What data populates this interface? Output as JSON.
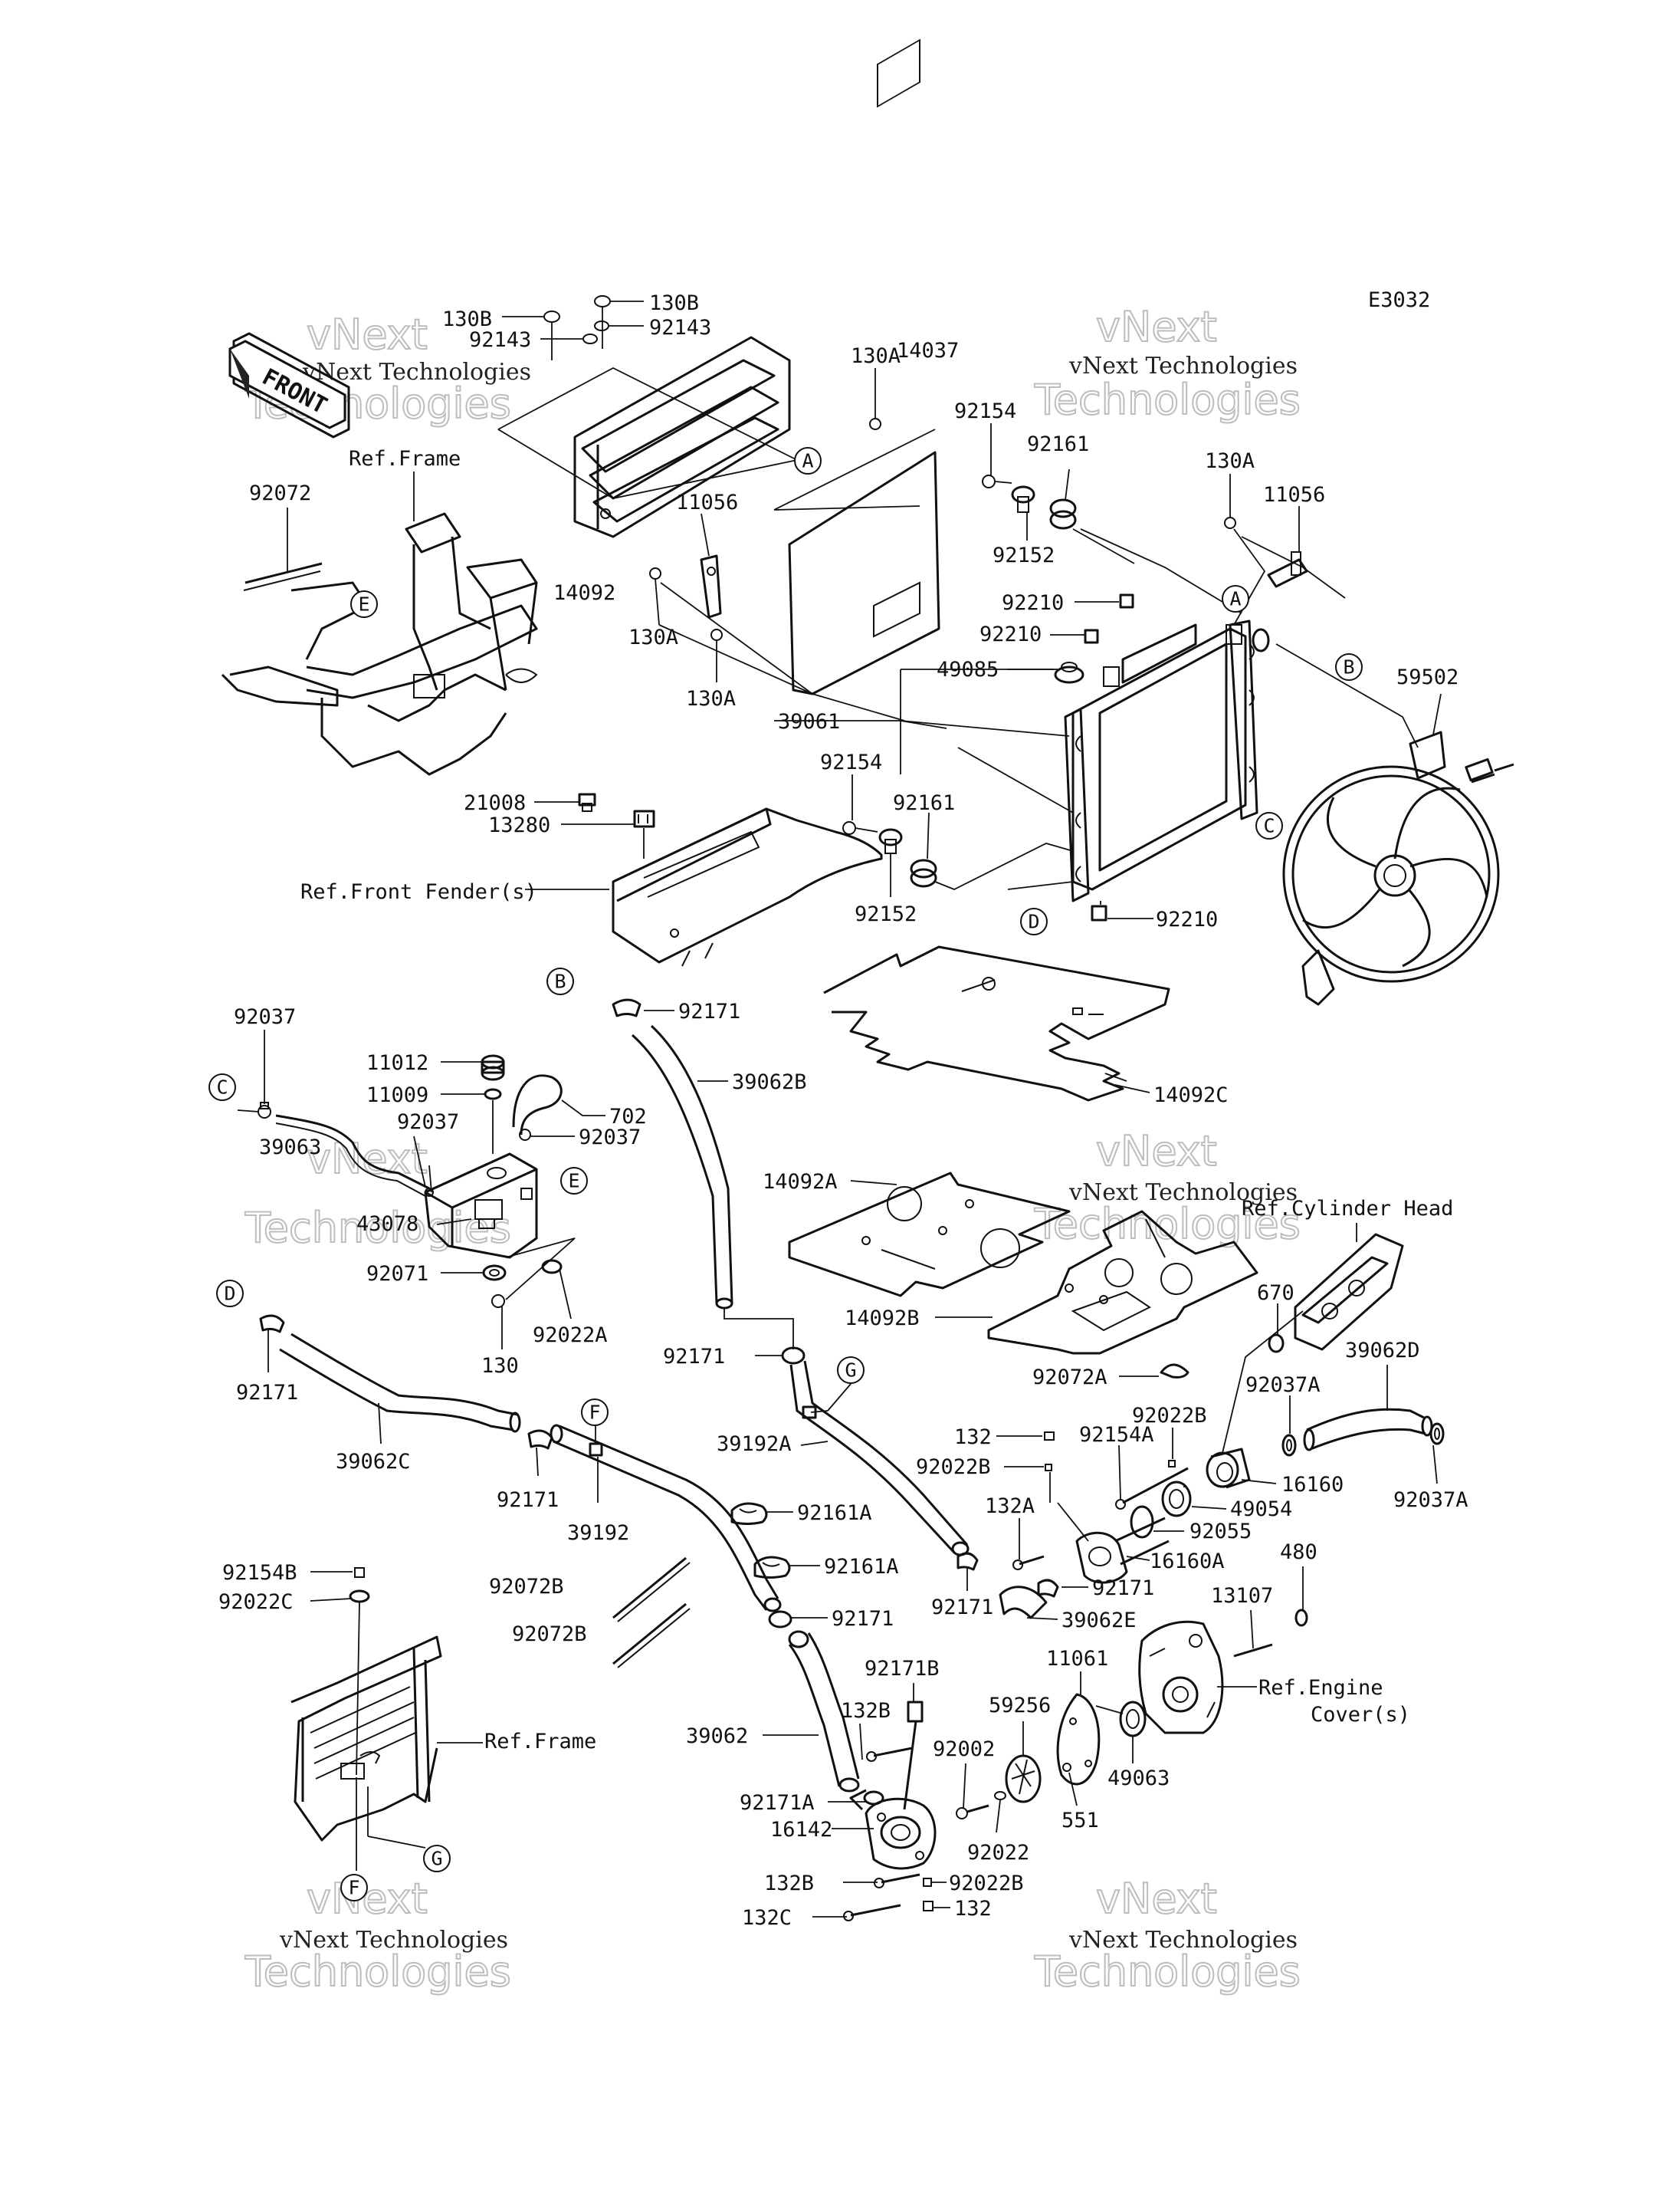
{
  "diagram": {
    "code": "E3032",
    "front_arrow": "FRONT",
    "watermark": {
      "line1": "vNext Technologies",
      "line2": "Technologies",
      "back": "vNext"
    },
    "references": {
      "frame_top": "Ref.Frame",
      "front_fender": "Ref.Front Fender(s)",
      "cylinder_head": "Ref.Cylinder Head",
      "engine_cover_1": "Ref.Engine",
      "engine_cover_2": "Cover(s)",
      "frame_bottom": "Ref.Frame"
    },
    "callouts": [
      "A",
      "B",
      "C",
      "D",
      "E",
      "F",
      "G"
    ],
    "parts": {
      "p130B_a": "130B",
      "p130B_b": "130B",
      "p92143_a": "92143",
      "p92143_b": "92143",
      "p14092": "14092",
      "p92072": "92072",
      "p130A_a": "130A",
      "p14037": "14037",
      "p11056_a": "11056",
      "p130A_b": "130A",
      "p130A_c": "130A",
      "p39061": "39061",
      "p92154_a": "92154",
      "p92161_a": "92161",
      "p92152_a": "92152",
      "p130A_d": "130A",
      "p11056_b": "11056",
      "p92210_a": "92210",
      "p92210_b": "92210",
      "p49085": "49085",
      "p59502": "59502",
      "p21008": "21008",
      "p13280": "13280",
      "p92154_b": "92154",
      "p92161_b": "92161",
      "p92152_b": "92152",
      "p92210_c": "92210",
      "p92171_a": "92171",
      "p39062B": "39062B",
      "p14092C": "14092C",
      "p92037_a": "92037",
      "p11012": "11012",
      "p11009": "11009",
      "p702": "702",
      "p92037_b": "92037",
      "p92037_c": "92037",
      "p39063": "39063",
      "p43078": "43078",
      "p92071": "92071",
      "p130": "130",
      "p92022A": "92022A",
      "p14092A": "14092A",
      "p14092B": "14092B",
      "p670": "670",
      "p39062D": "39062D",
      "p92072A": "92072A",
      "p92022B_a": "92022B",
      "p92037A_a": "92037A",
      "p92037A_b": "92037A",
      "p92171_b": "92171",
      "p39062C": "39062C",
      "p92171_c": "92171",
      "p92171_d": "92171",
      "p39192": "39192",
      "p39192A": "39192A",
      "p132_a": "132",
      "p92022B_b": "92022B",
      "p92154A": "92154A",
      "p16160": "16160",
      "p49054": "49054",
      "p132A": "132A",
      "p92055": "92055",
      "p16160A": "16160A",
      "p92161A_a": "92161A",
      "p92161A_b": "92161A",
      "p92171_e": "92171",
      "p92171_f": "92171",
      "p39062E": "39062E",
      "p480": "480",
      "p13107": "13107",
      "p92154B": "92154B",
      "p92022C": "92022C",
      "p92072B_a": "92072B",
      "p92072B_b": "92072B",
      "p92171_g": "92171",
      "p92171B": "92171B",
      "p11061": "11061",
      "p59256": "59256",
      "p132B_a": "132B",
      "p39062": "39062",
      "p92002": "92002",
      "p49063": "49063",
      "p92171A": "92171A",
      "p16142": "16142",
      "p92022": "92022",
      "p551": "551",
      "p132B_b": "132B",
      "p92022B_c": "92022B",
      "p132C": "132C",
      "p132_b": "132"
    }
  }
}
